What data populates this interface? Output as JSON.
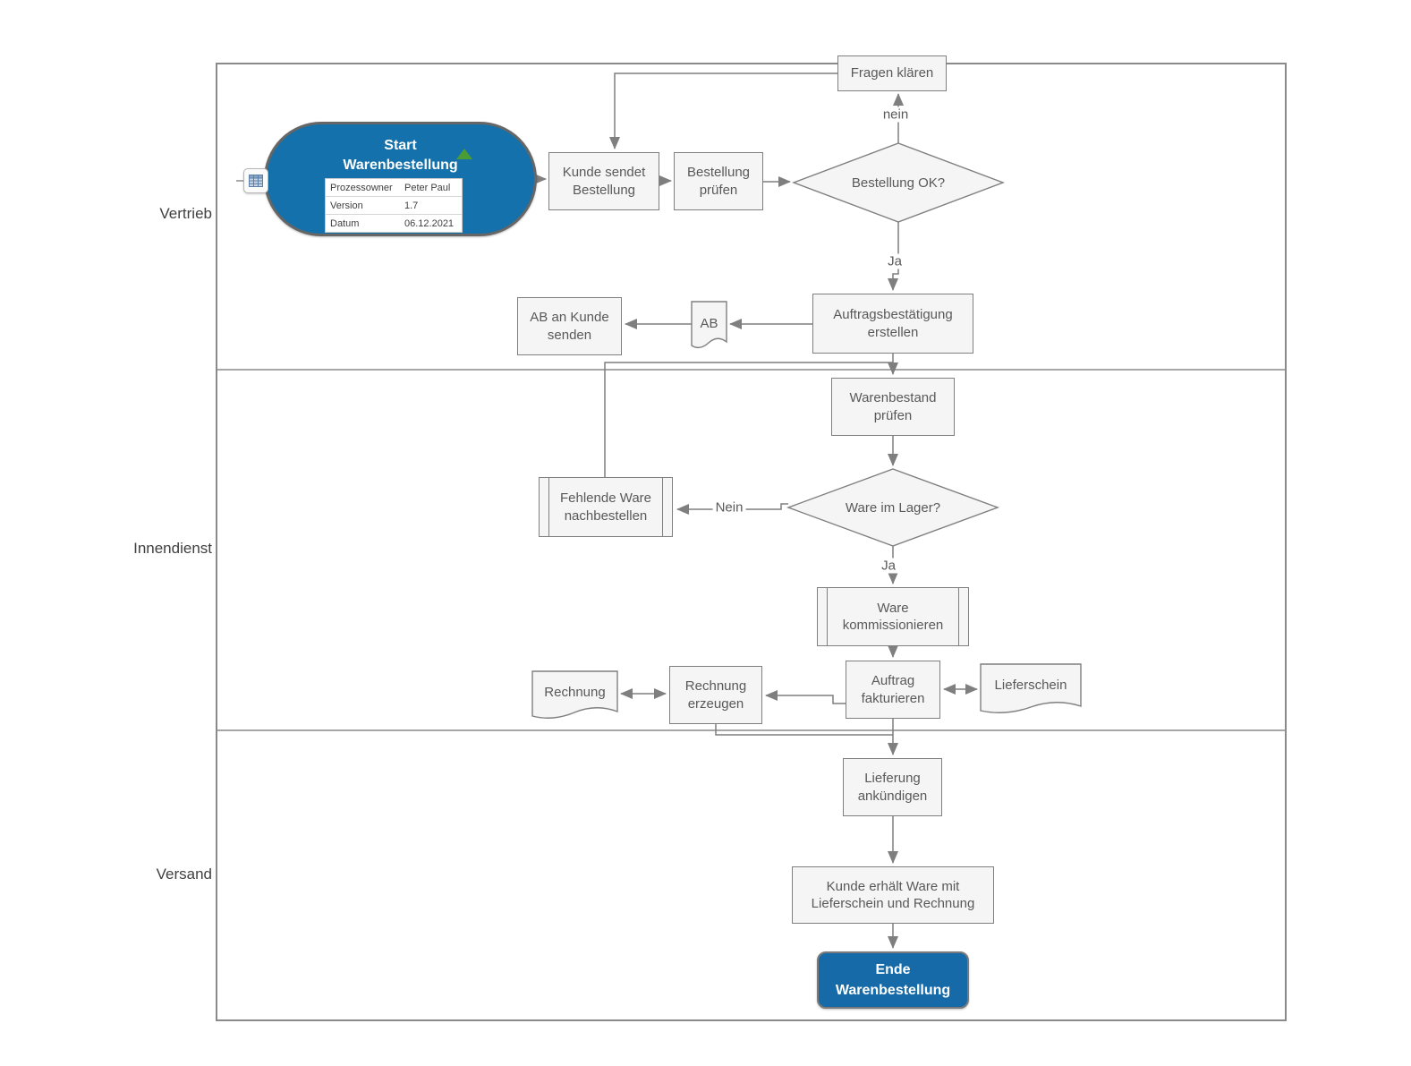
{
  "colors": {
    "accent_blue": "#1471AB",
    "end_blue": "#166AA7",
    "node_fill": "#F5F5F5",
    "node_border": "#7F7F7F",
    "connector": "#7F7F7F",
    "lane_border": "#8A8A8A",
    "text": "#595959",
    "green_marker": "#4B9C35"
  },
  "lanes": [
    {
      "label": "Vertrieb"
    },
    {
      "label": "Innendienst"
    },
    {
      "label": "Versand"
    }
  ],
  "start_node": {
    "line1": "Start",
    "line2": "Warenbestellung",
    "table": {
      "rows": [
        {
          "key": "Prozessowner",
          "value": "Peter Paul"
        },
        {
          "key": "Version",
          "value": "1.7"
        },
        {
          "key": "Datum",
          "value": "06.12.2021"
        }
      ]
    }
  },
  "nodes": {
    "fragen_klaeren": "Fragen klären",
    "kunde_sendet": "Kunde sendet Bestellung",
    "bestellung_pruefen": "Bestellung prüfen",
    "bestellung_ok": "Bestellung OK?",
    "auftragsbestaetigung": "Auftragsbestätigung erstellen",
    "ab_doc": "AB",
    "ab_an_kunde": "AB an Kunde senden",
    "warenbestand": "Warenbestand prüfen",
    "ware_im_lager": "Ware im Lager?",
    "fehlende_ware": "Fehlende Ware nachbestellen",
    "ware_kommissionieren": "Ware kommissionieren",
    "auftrag_fakturieren": "Auftrag fakturieren",
    "lieferschein": "Lieferschein",
    "rechnung_erzeugen": "Rechnung erzeugen",
    "rechnung": "Rechnung",
    "lieferung_ankuendigen": "Lieferung ankündigen",
    "kunde_erhaelt": "Kunde erhält Ware mit Lieferschein und Rechnung",
    "ende_line1": "Ende",
    "ende_line2": "Warenbestellung"
  },
  "edge_labels": {
    "bestellung_nein": "nein",
    "bestellung_ja": "Ja",
    "lager_nein": "Nein",
    "lager_ja": "Ja"
  }
}
